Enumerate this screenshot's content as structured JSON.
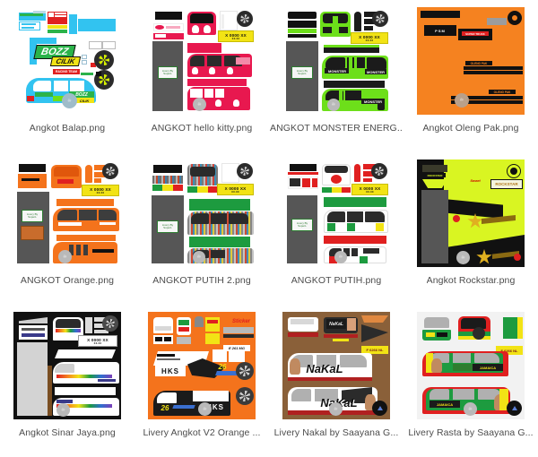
{
  "view": {
    "type": "thumbnail-grid",
    "columns": 4,
    "rows": 3,
    "background": "#ffffff",
    "caption_color": "#4c4c4c"
  },
  "items": [
    {
      "id": "angkot-balap",
      "label": "Angkot Balap.png",
      "truncated": false,
      "palette": {
        "bg": "#ffffff",
        "primary": "#32c3f0",
        "accent": "#2bb34a",
        "text": "#111111"
      },
      "artwork": "blue racing livery sheet with BOZZ CILIK logo, two neon wheels, blue body panels"
    },
    {
      "id": "angkot-hello-kitty",
      "label": "ANGKOT hello kitty.png",
      "truncated": false,
      "palette": {
        "bg": "#ffffff",
        "primary": "#e8184f",
        "accent": "#565656",
        "text": "#111111"
      },
      "artwork": "pink Hello Kitty livery sheet, grey interior mat, yellow number plate",
      "plate": {
        "line1": "X 0000 XX",
        "line2": "XX.XX"
      },
      "stamp": "Livery By SuperL"
    },
    {
      "id": "angkot-monster-energy",
      "label": "ANGKOT MONSTER ENERG...",
      "truncated": true,
      "palette": {
        "bg": "#ffffff",
        "primary": "#6ddf1a",
        "accent": "#1b1b1b",
        "text": "#ffffff"
      },
      "artwork": "green and black Monster Energy livery sheet with grey mat and plate",
      "plate": {
        "line1": "X 0000 XX",
        "line2": "XX.XX"
      },
      "stamp": "Livery By SuperL"
    },
    {
      "id": "angkot-oleng-pak",
      "label": "Angkot Oleng Pak.png",
      "truncated": false,
      "palette": {
        "bg": "#f58220",
        "primary": "#f58220",
        "accent": "#111111",
        "text": "#ffffff"
      },
      "artwork": "solid orange sheet with black OLENG PAK banners and circular emblem",
      "banners": [
        "OLENG PAK",
        "OLENG PAK"
      ]
    },
    {
      "id": "angkot-orange",
      "label": "ANGKOT Orange.png",
      "truncated": false,
      "palette": {
        "bg": "#ffffff",
        "primary": "#f4731c",
        "accent": "#565656",
        "text": "#111111"
      },
      "artwork": "orange minivan livery sheet, grey mat, photo inset, yellow plate",
      "plate": {
        "line1": "X 0000 XX",
        "line2": "XX.XX"
      },
      "stamp": "Livery By SuperL"
    },
    {
      "id": "angkot-putih-2",
      "label": "ANGKOT PUTIH 2.png",
      "truncated": false,
      "palette": {
        "bg": "#ffffff",
        "primary": "#1d9b3f",
        "accent": "#565656",
        "text": "#111111"
      },
      "artwork": "sticker-bomb white livery with green bands and reggae stripes",
      "plate": {
        "line1": "X 0000 XX",
        "line2": "XX.XX"
      },
      "stamp": "Livery By SuperL"
    },
    {
      "id": "angkot-putih",
      "label": "ANGKOT PUTIH.png",
      "truncated": false,
      "palette": {
        "bg": "#ffffff",
        "primary": "#e02020",
        "accent": "#1d9b3f",
        "text": "#111111"
      },
      "artwork": "white livery sheet with red and green stripes and leaf decals",
      "plate": {
        "line1": "X 0000 XX",
        "line2": "XX.XX"
      },
      "stamp": "Livery By SuperL"
    },
    {
      "id": "angkot-rockstar",
      "label": "Angkot Rockstar.png",
      "truncated": false,
      "palette": {
        "bg": "#111111",
        "primary": "#d9f522",
        "accent": "#111111",
        "text": "#111111"
      },
      "artwork": "neon yellow Rockstar livery on black background with star graphics",
      "brand": "ROCKSTAR"
    },
    {
      "id": "angkot-sinar-jaya",
      "label": "Angkot Sinar Jaya.png",
      "truncated": false,
      "palette": {
        "bg": "#111111",
        "primary": "#ffffff",
        "accent": "#cfcfcf",
        "text": "#111111"
      },
      "artwork": "white bus livery on black sheet with rainbow stripes and light grey mat",
      "plate": {
        "line1": "X 0000 XX",
        "line2": "XX.XX"
      }
    },
    {
      "id": "livery-angkot-v2-orange",
      "label": "Livery Angkot V2 Orange ...",
      "truncated": true,
      "palette": {
        "bg": "#f4731c",
        "primary": "#f4731c",
        "accent": "#111111",
        "text": "#ffffff"
      },
      "artwork": "orange HKS racing livery sheet with eagle graphic and number 26",
      "brand": "HKS",
      "number": "26"
    },
    {
      "id": "livery-nakal",
      "label": "Livery Nakal by Saayana G...",
      "truncated": true,
      "palette": {
        "bg": "#8a6039",
        "primary": "#ffffff",
        "accent": "#b02020",
        "text": "#111111"
      },
      "artwork": "brown background sheet with white van panels and NaKaL graffiti lettering",
      "brand": "NaKaL"
    },
    {
      "id": "livery-rasta",
      "label": "Livery Rasta by Saayana G...",
      "truncated": true,
      "palette": {
        "bg": "#f2f2f2",
        "primary": "#1d9b3f",
        "accent": "#e02020",
        "text": "#111111"
      },
      "artwork": "rasta green red yellow livery sheet with Jamaica decals and portrait faces",
      "brand": "JAMAICA"
    }
  ]
}
